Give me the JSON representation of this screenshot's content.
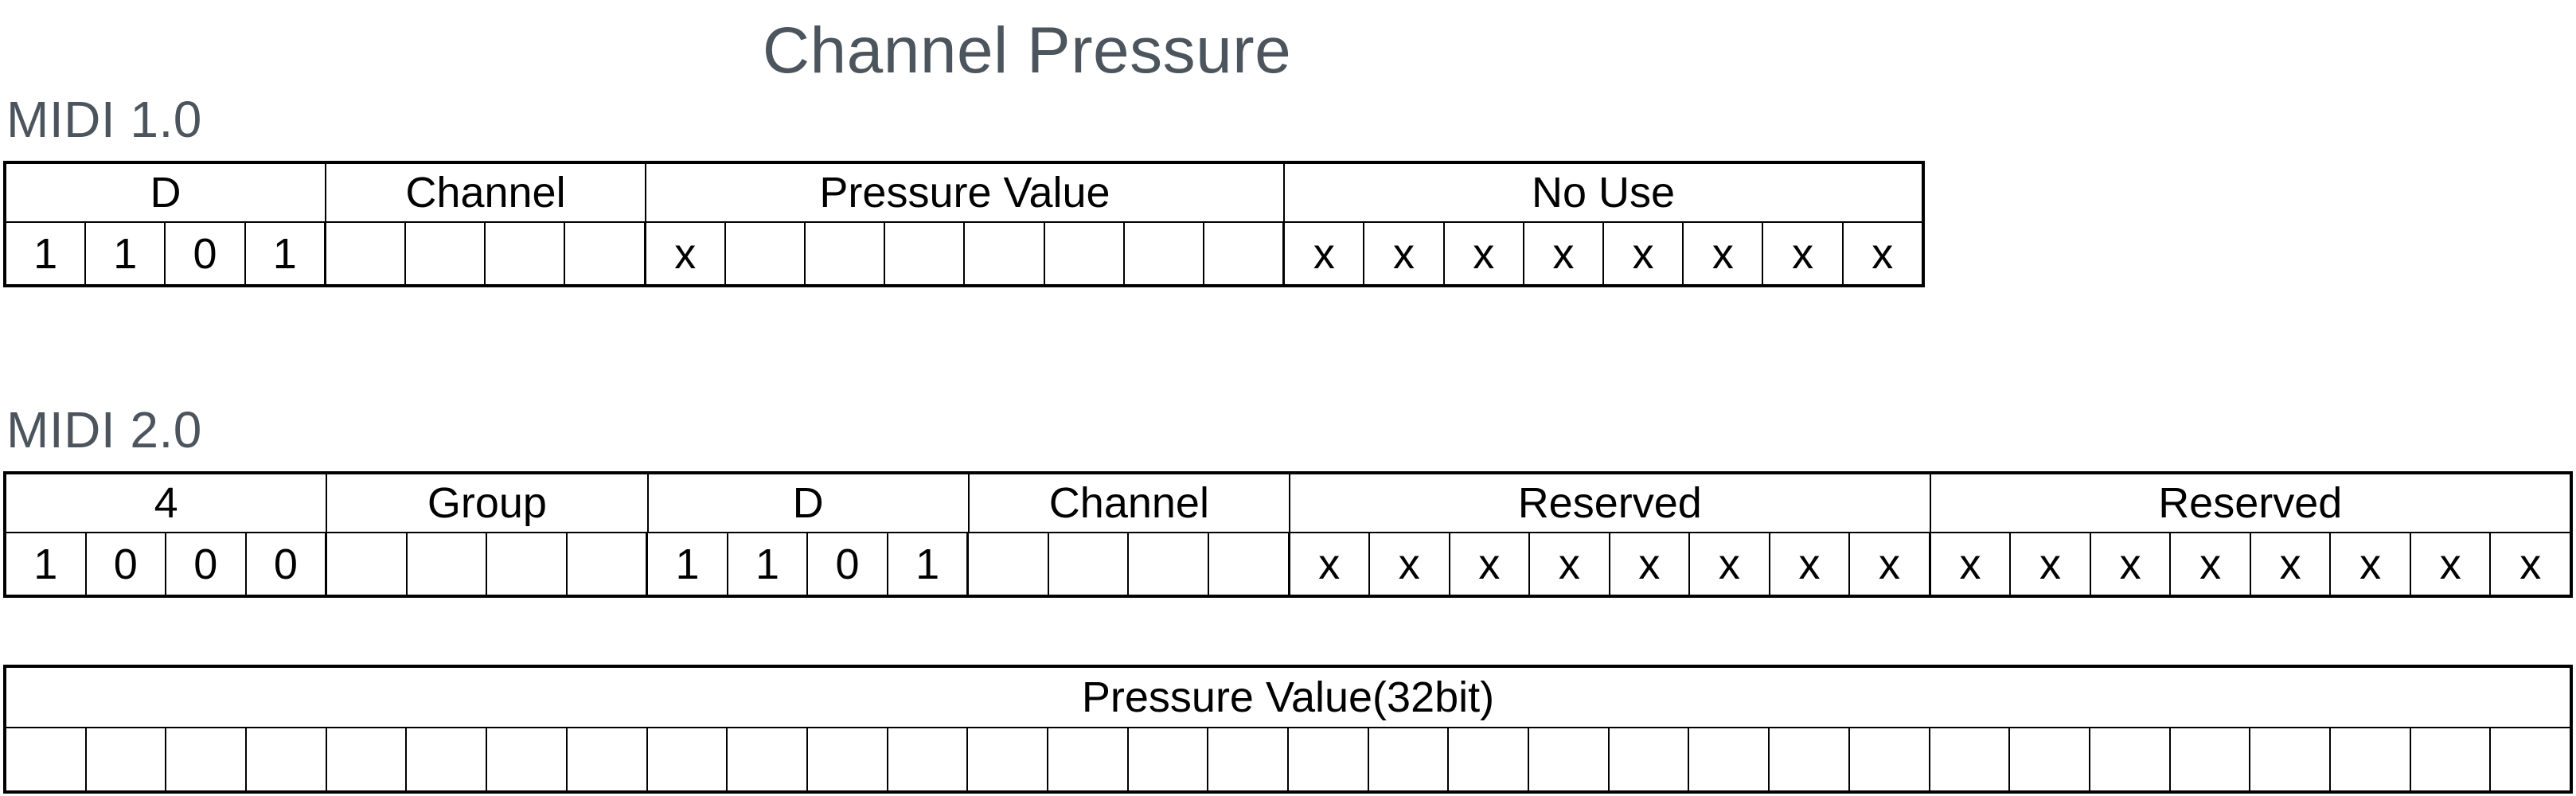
{
  "title": "Channel Pressure",
  "colors": {
    "heading_text": "#4c555d",
    "table_text": "#000000",
    "table_border": "#000000",
    "background": "#ffffff"
  },
  "sections": {
    "midi1": {
      "label": "MIDI 1.0",
      "table": {
        "groups": [
          {
            "label": "D",
            "span": 4
          },
          {
            "label": "Channel",
            "span": 4
          },
          {
            "label": "Pressure Value",
            "span": 8
          },
          {
            "label": "No Use",
            "span": 8
          }
        ],
        "bits": [
          "1",
          "1",
          "0",
          "1",
          "",
          "",
          "",
          "",
          "x",
          "",
          "",
          "",
          "",
          "",
          "",
          "",
          "x",
          "x",
          "x",
          "x",
          "x",
          "x",
          "x",
          "x"
        ]
      }
    },
    "midi2": {
      "label": "MIDI 2.0",
      "message_table": {
        "groups": [
          {
            "label": "4",
            "span": 4
          },
          {
            "label": "Group",
            "span": 4
          },
          {
            "label": "D",
            "span": 4
          },
          {
            "label": "Channel",
            "span": 4
          },
          {
            "label": "Reserved",
            "span": 8
          },
          {
            "label": "Reserved",
            "span": 8
          }
        ],
        "bits": [
          "1",
          "0",
          "0",
          "0",
          "",
          "",
          "",
          "",
          "1",
          "1",
          "0",
          "1",
          "",
          "",
          "",
          "",
          "x",
          "x",
          "x",
          "x",
          "x",
          "x",
          "x",
          "x",
          "x",
          "x",
          "x",
          "x",
          "x",
          "x",
          "x",
          "x"
        ]
      },
      "value_table": {
        "groups": [
          {
            "label": "Pressure Value(32bit)",
            "span": 32
          }
        ],
        "bits": [
          "",
          "",
          "",
          "",
          "",
          "",
          "",
          "",
          "",
          "",
          "",
          "",
          "",
          "",
          "",
          "",
          "",
          "",
          "",
          "",
          "",
          "",
          "",
          "",
          "",
          "",
          "",
          "",
          "",
          "",
          "",
          ""
        ]
      }
    }
  }
}
